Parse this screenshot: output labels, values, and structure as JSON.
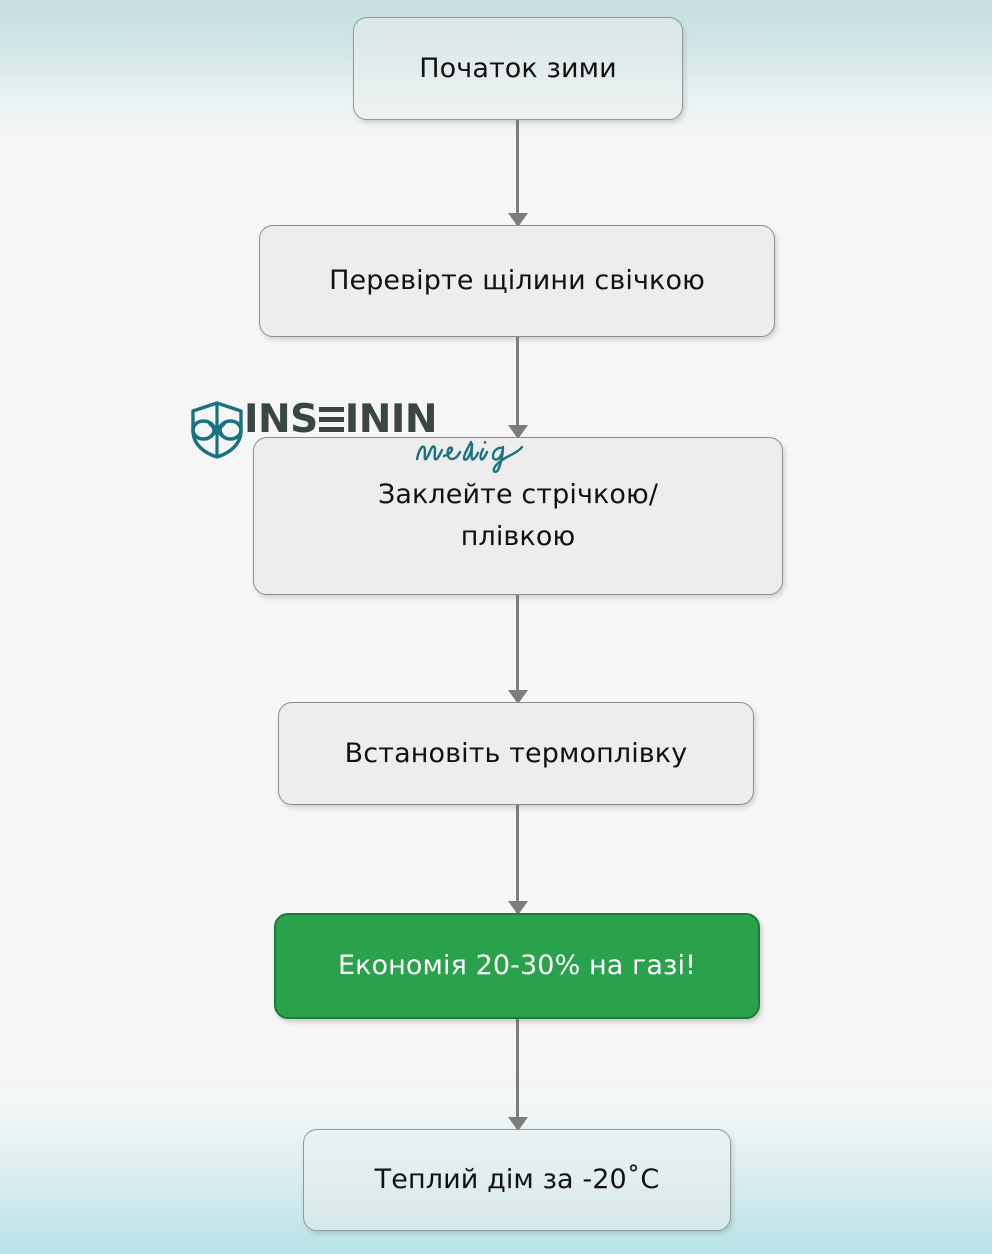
{
  "background": {
    "top_color": "#c2dee0",
    "mid_color": "#f6f6f6",
    "bottom_color": "#b8e3e8"
  },
  "flowchart": {
    "orientation": "top-to-bottom",
    "node_fill": "#ededed",
    "node_border": "#8d8d8d",
    "accent_fill": "#2aa24c",
    "accent_text": "#ffffff",
    "connector_color": "#7d7d7d",
    "nodes": [
      {
        "id": "start",
        "label": "Початок зими",
        "style": "translucent"
      },
      {
        "id": "check",
        "label": "Перевірте щілини свічкою",
        "style": "default"
      },
      {
        "id": "seal",
        "label": "Заклейте стрічкою/\nплівкою",
        "style": "default"
      },
      {
        "id": "install",
        "label": "Встановіть термоплівку",
        "style": "default"
      },
      {
        "id": "savings",
        "label": "Економія 20-30% на газі!",
        "style": "accent"
      },
      {
        "id": "warm",
        "label": "Теплий дім за -20˚C",
        "style": "translucent"
      }
    ],
    "edges": [
      {
        "from": "start",
        "to": "check",
        "arrow": "down"
      },
      {
        "from": "check",
        "to": "seal",
        "arrow": "down"
      },
      {
        "from": "seal",
        "to": "install",
        "arrow": "down"
      },
      {
        "from": "install",
        "to": "savings",
        "arrow": "down"
      },
      {
        "from": "savings",
        "to": "warm",
        "arrow": "down"
      }
    ]
  },
  "watermark": {
    "brand_part1": "INS",
    "brand_part2": "ININ",
    "tagline": "media",
    "brand_color": "#3a4644",
    "accent_color": "#16737f"
  }
}
